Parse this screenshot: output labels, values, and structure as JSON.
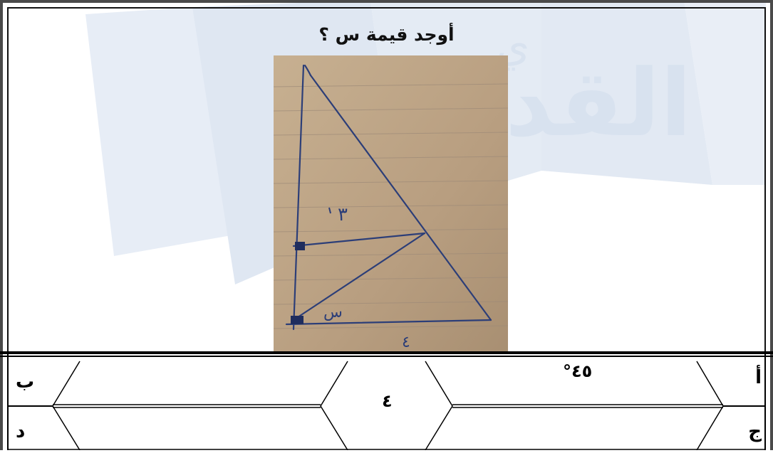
{
  "question": "أوجد قيمة س ؟",
  "figure": {
    "label_side": "٣",
    "label_angle": "س",
    "label_base": "٤"
  },
  "watermark": {
    "text": "القد",
    "letter": "ي"
  },
  "answers": {
    "a": {
      "letter": "أ",
      "value": "°٤٥"
    },
    "b": {
      "letter": "ب",
      "value": ""
    },
    "c": {
      "letter": "ج",
      "value": ""
    },
    "d": {
      "letter": "د",
      "value": ""
    },
    "center_value": "٤"
  },
  "colors": {
    "watermark_blue": "#dde6f2",
    "paper": "#bba284",
    "ink": "#2c3e78"
  }
}
